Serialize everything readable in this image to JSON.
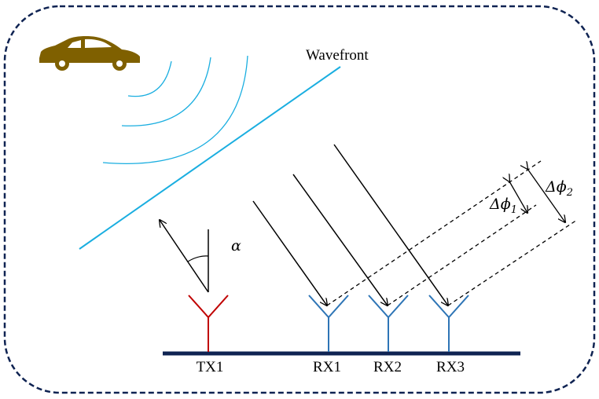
{
  "labels": {
    "wavefront": "Wavefront",
    "alpha": "α",
    "delta_phi_1_main": "Δϕ",
    "delta_phi_1_sub": "1",
    "delta_phi_2_main": "Δϕ",
    "delta_phi_2_sub": "2"
  },
  "antennas": {
    "tx": [
      {
        "label": "TX1"
      }
    ],
    "rx": [
      {
        "label": "RX1"
      },
      {
        "label": "RX2"
      },
      {
        "label": "RX3"
      }
    ]
  },
  "colors": {
    "frame": "#0f2352",
    "car": "#7f6000",
    "wave": "#1aaee0",
    "tx_antenna": "#c00000",
    "rx_antenna": "#2e75b6",
    "ground": "#0f2352",
    "arrow": "#000000"
  },
  "icons": {
    "vehicle": "car-icon"
  }
}
